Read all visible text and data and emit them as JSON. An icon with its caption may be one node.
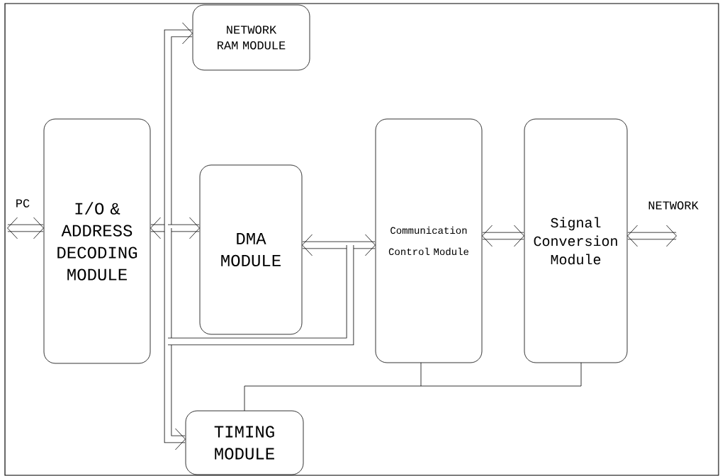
{
  "diagram": {
    "nodes": [
      {
        "text": [
          "NETWORK RAM MODULE"
        ]
      },
      {
        "text": [
          "I/O & ADDRESS DECODING MODULE"
        ]
      },
      {
        "text": [
          "DMA MODULE"
        ]
      },
      {
        "text": [
          "Communication Control Module"
        ]
      },
      {
        "text": [
          "Signal Conversion Module"
        ]
      },
      {
        "text": [
          "TIMING MODULE"
        ]
      }
    ],
    "edges": [
      {
        "from": null,
        "to": 1,
        "arrow": "both",
        "label": "PC"
      },
      {
        "from": 1,
        "to": 0,
        "arrow": "both"
      },
      {
        "from": 1,
        "to": 2,
        "arrow": "both"
      },
      {
        "from": 1,
        "to": 5,
        "arrow": "both"
      },
      {
        "from": 2,
        "to": 3,
        "arrow": "both"
      },
      {
        "from": 2,
        "to": 5,
        "arrow": "both"
      },
      {
        "from": 3,
        "to": 5,
        "arrow": "both"
      },
      {
        "from": 3,
        "to": 4,
        "arrow": "both"
      },
      {
        "from": 4,
        "to": null,
        "arrow": "both",
        "label": "NETWORK"
      },
      {
        "from": 3,
        "to": 5,
        "arrow": "none"
      },
      {
        "from": 4,
        "to": 5,
        "arrow": "none"
      }
    ]
  }
}
